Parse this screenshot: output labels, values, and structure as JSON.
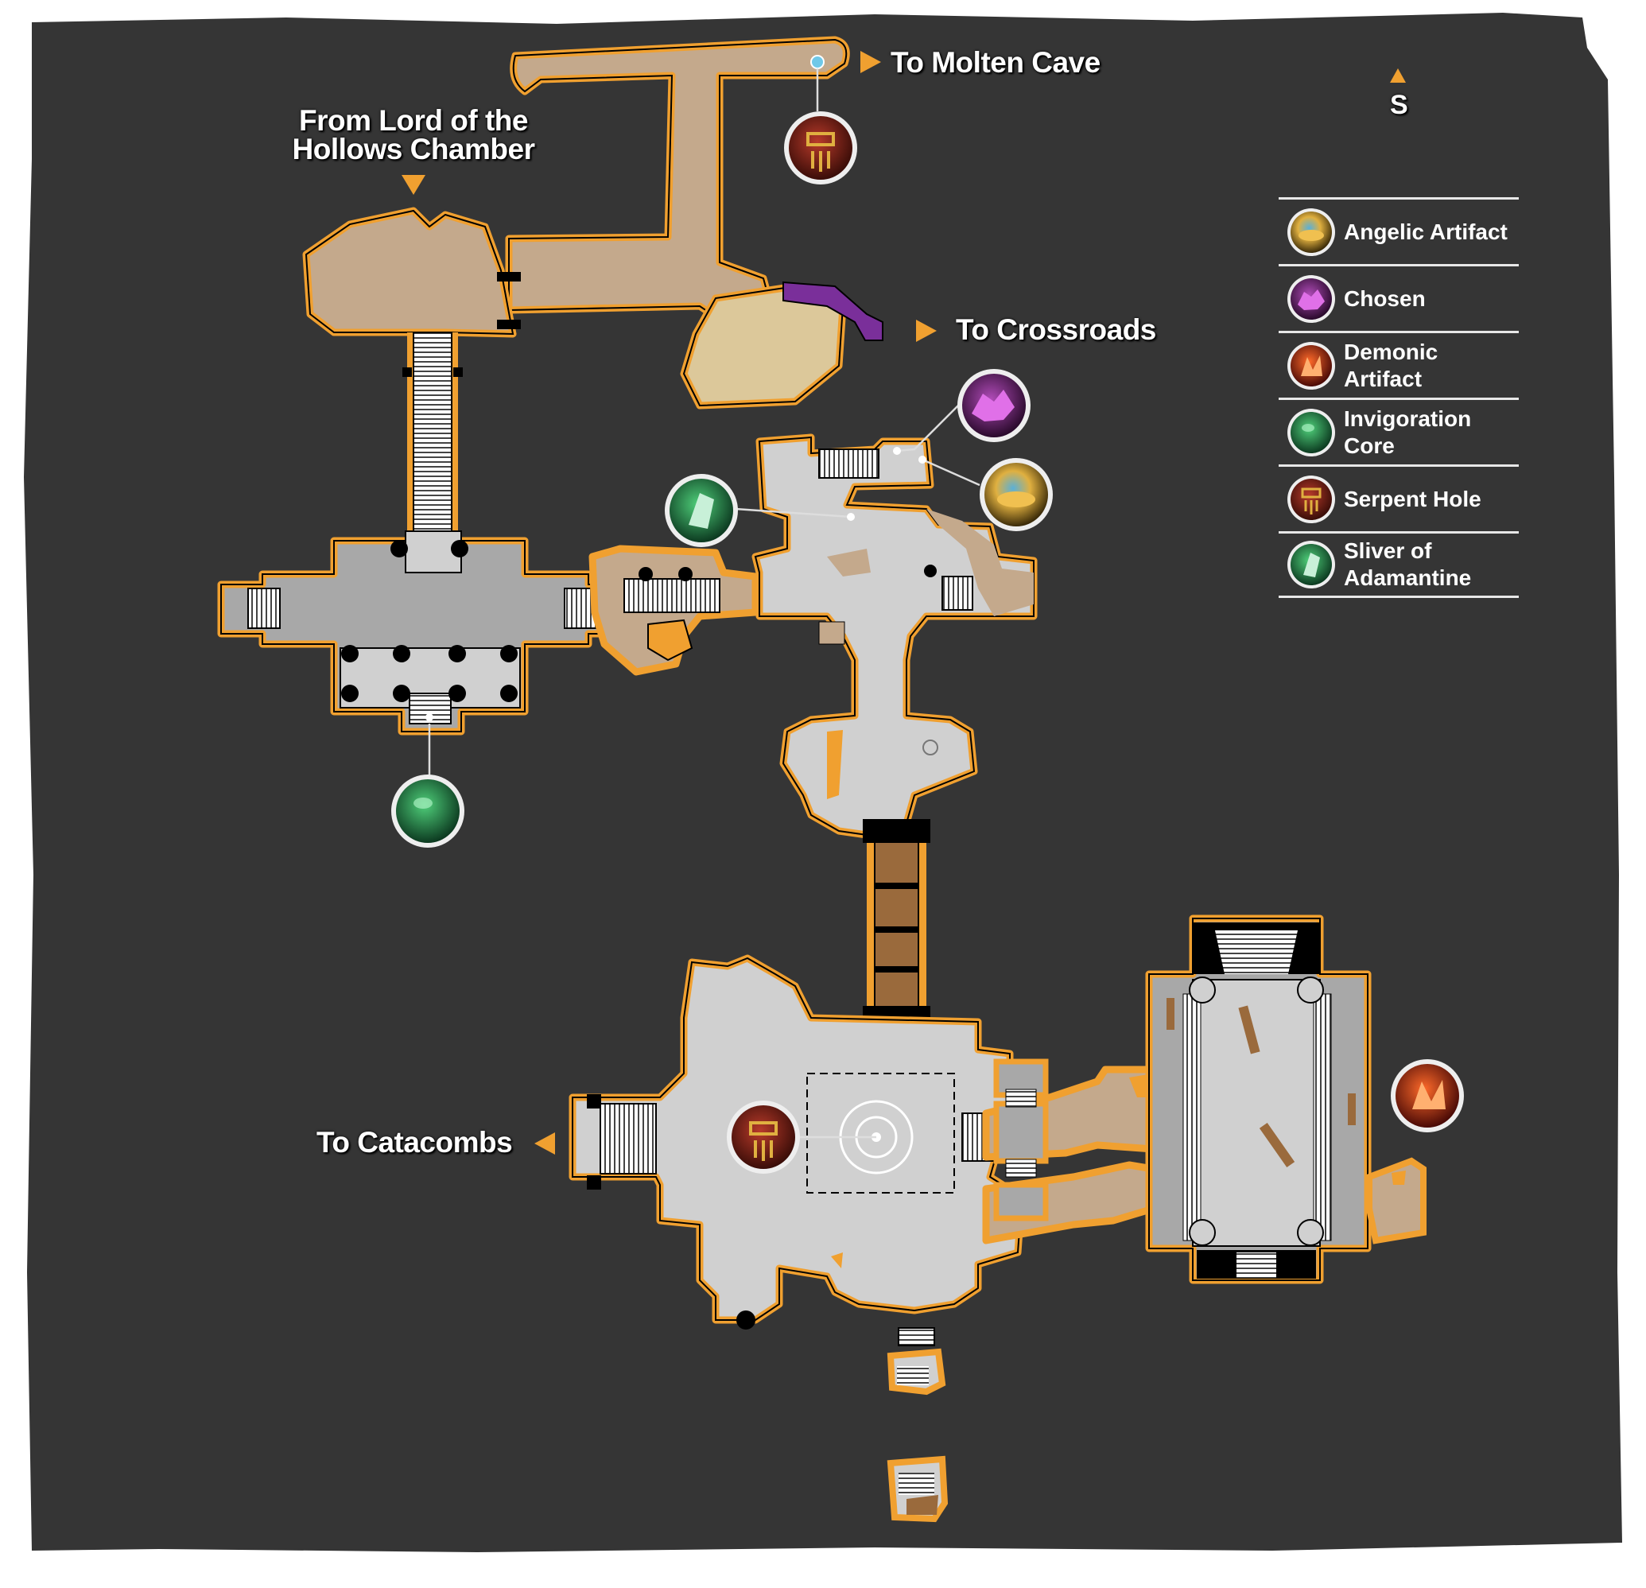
{
  "map": {
    "compass": {
      "label": "S"
    },
    "labels": {
      "molten_cave": "To Molten Cave",
      "from_lord": "From Lord of the Hollows Chamber",
      "crossroads": "To Crossroads",
      "catacombs": "To Catacombs"
    },
    "legend": [
      {
        "icon": "angelic-artifact-icon",
        "label": "Angelic Artifact"
      },
      {
        "icon": "chosen-icon",
        "label": "Chosen"
      },
      {
        "icon": "demonic-artifact-icon",
        "label": "Demonic Artifact"
      },
      {
        "icon": "invigoration-core-icon",
        "label": "Invigoration Core"
      },
      {
        "icon": "serpent-hole-icon",
        "label": "Serpent Hole"
      },
      {
        "icon": "sliver-of-adamantine-icon",
        "label": "Sliver of Adamantine"
      }
    ],
    "colors": {
      "background": "#353535",
      "outline": "#f0a030",
      "floor_stone": "#d0d0d0",
      "floor_dark_stone": "#a8a8a8",
      "floor_cave": "#c4a98c",
      "floor_sand": "#dcc89a",
      "purple_ledge": "#7a2f9a",
      "orange_pit": "#f0a030",
      "wood": "#9a6a3c"
    }
  }
}
